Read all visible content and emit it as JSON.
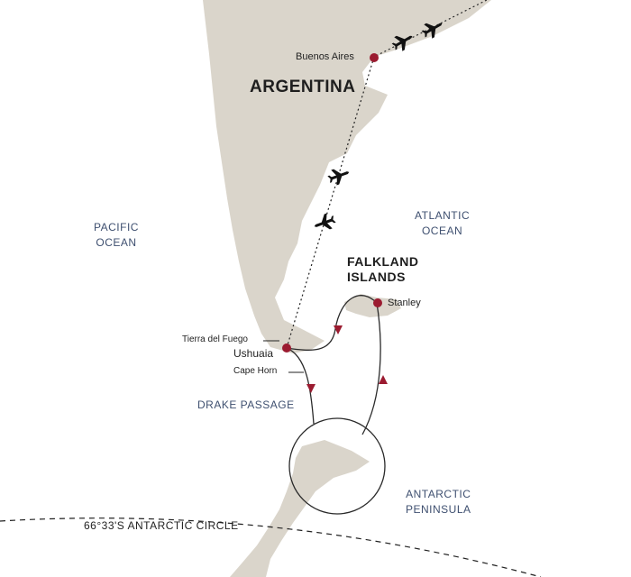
{
  "colors": {
    "land": "#dad5cb",
    "route": "#2a2a2a",
    "marker": "#9b1b30",
    "ocean_text": "#3f5070"
  },
  "countries": [
    {
      "name": "ARGENTINA"
    }
  ],
  "regions": {
    "falklands": "FALKLAND ISLANDS",
    "falklands_line1": "FALKLAND",
    "falklands_line2": "ISLANDS"
  },
  "oceans": {
    "pacific": [
      "PACIFIC",
      "OCEAN"
    ],
    "atlantic": [
      "ATLANTIC",
      "OCEAN"
    ],
    "drake": "DRAKE PASSAGE",
    "peninsula": [
      "ANTARCTIC",
      "PENINSULA"
    ]
  },
  "places": {
    "buenos_aires": "Buenos Aires",
    "ushuaia": "Ushuaia",
    "stanley": "Stanley",
    "tierra_del_fuego": "Tierra del Fuego",
    "cape_horn": "Cape Horn"
  },
  "antarctic_circle": "66°33'S ANTARCTIC CIRCLE",
  "icons": [
    "airplane-icon",
    "location-marker-icon",
    "direction-arrow-icon"
  ]
}
